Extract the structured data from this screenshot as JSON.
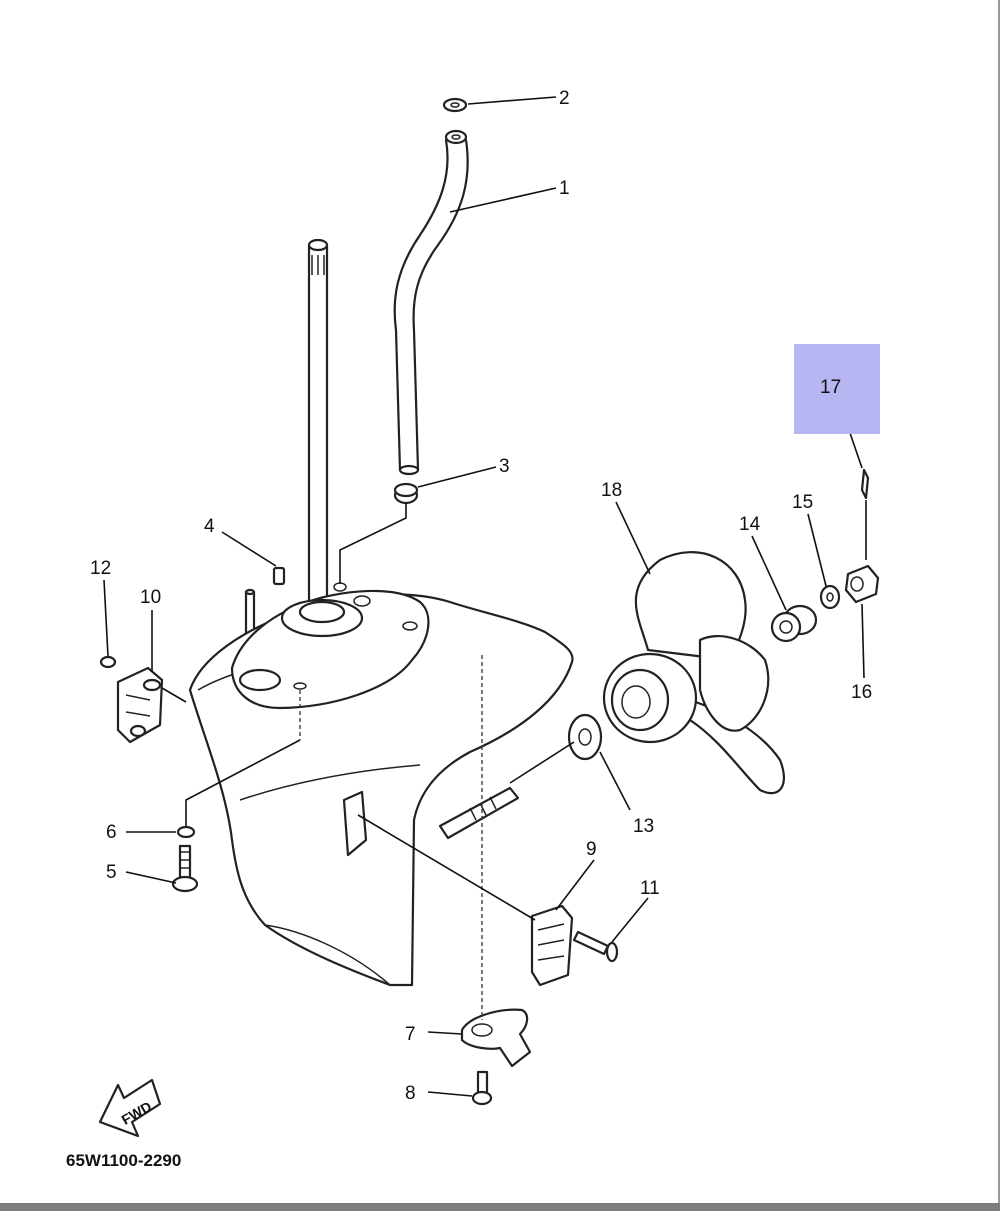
{
  "diagram": {
    "highlight_color": "#b7b5f2",
    "callouts": [
      {
        "id": "1",
        "label": "1"
      },
      {
        "id": "2",
        "label": "2"
      },
      {
        "id": "3",
        "label": "3"
      },
      {
        "id": "4",
        "label": "4"
      },
      {
        "id": "5",
        "label": "5"
      },
      {
        "id": "6",
        "label": "6"
      },
      {
        "id": "7",
        "label": "7"
      },
      {
        "id": "8",
        "label": "8"
      },
      {
        "id": "9",
        "label": "9"
      },
      {
        "id": "10",
        "label": "10"
      },
      {
        "id": "11",
        "label": "11"
      },
      {
        "id": "12",
        "label": "12"
      },
      {
        "id": "13",
        "label": "13"
      },
      {
        "id": "14",
        "label": "14"
      },
      {
        "id": "15",
        "label": "15"
      },
      {
        "id": "16",
        "label": "16"
      },
      {
        "id": "17",
        "label": "17",
        "highlighted": true
      },
      {
        "id": "18",
        "label": "18"
      }
    ],
    "fwd_label": "FWD",
    "part_code": "65W1100-2290"
  }
}
